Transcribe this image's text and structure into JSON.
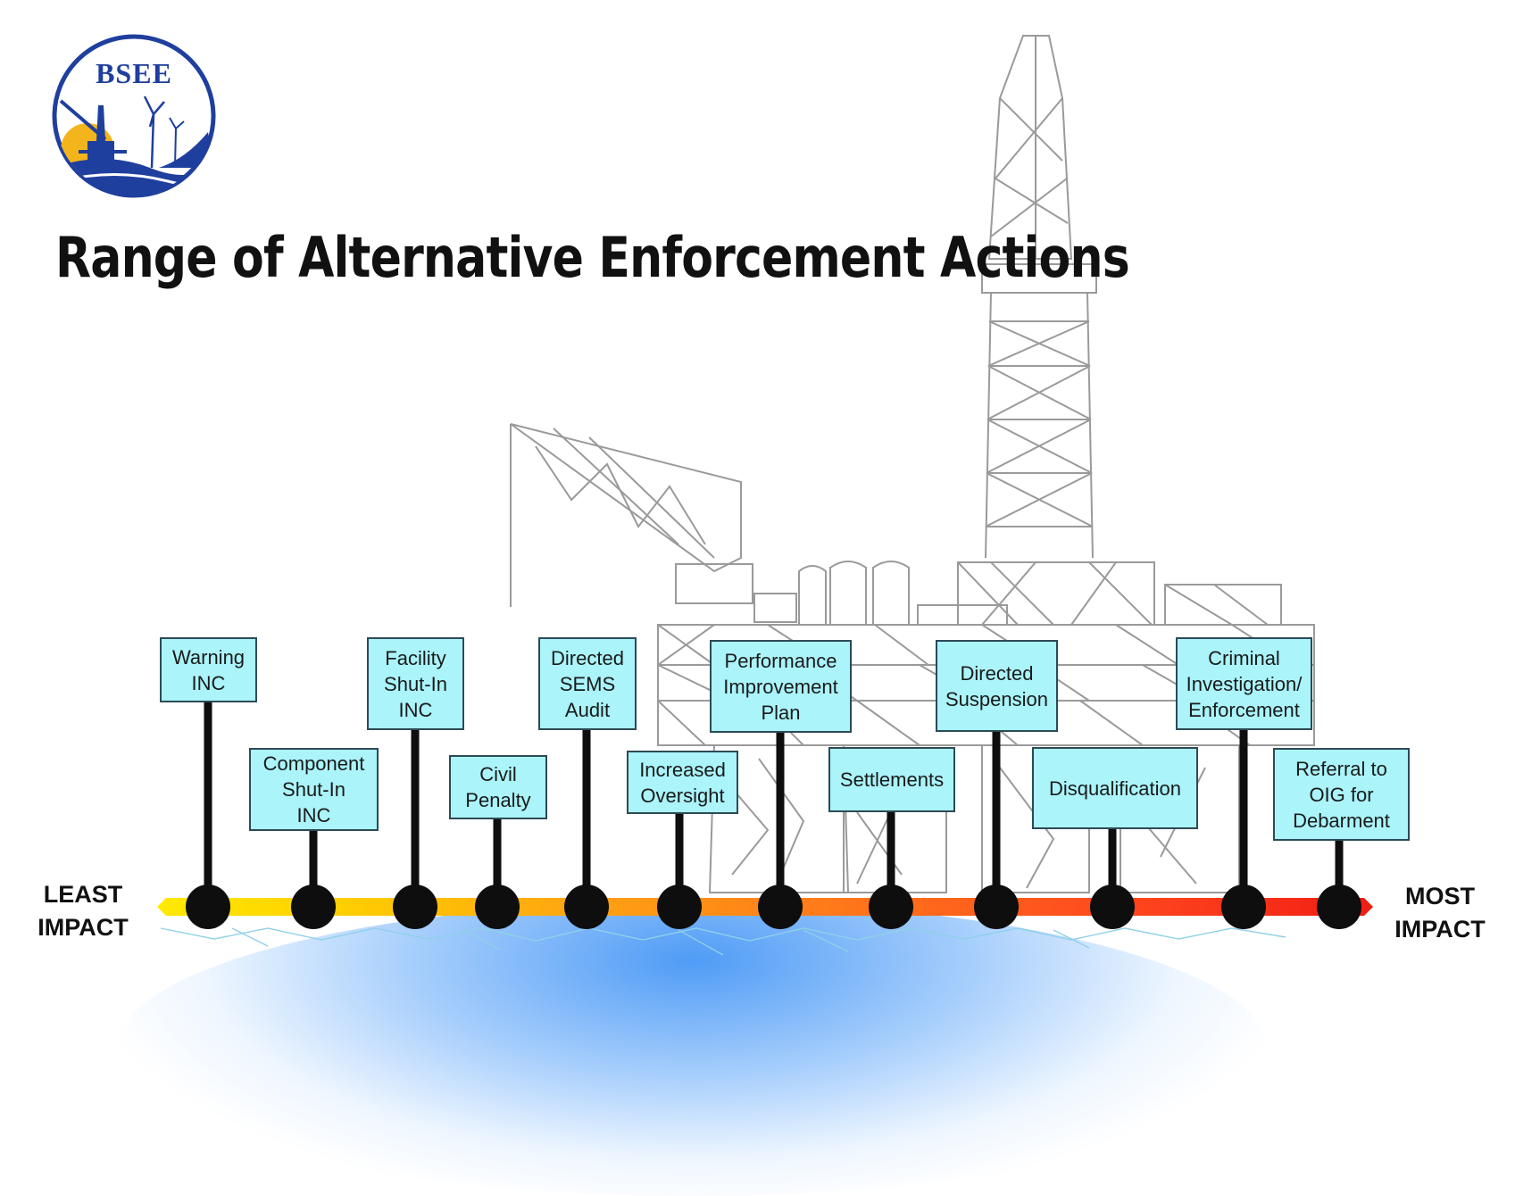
{
  "logo": {
    "text": "BSEE"
  },
  "title": "Range of Alternative Enforcement Actions",
  "scale": {
    "start_label": "LEAST\nIMPACT",
    "end_label": "MOST\nIMPACT",
    "gradient_colors": [
      "#ffea00",
      "#ffcf00",
      "#ff9d14",
      "#ff7a1a",
      "#ff4a1e",
      "#f11d14"
    ]
  },
  "actions": [
    {
      "label": "Warning\nINC"
    },
    {
      "label": "Component\nShut-In\nINC"
    },
    {
      "label": "Facility\nShut-In\nINC"
    },
    {
      "label": "Civil\nPenalty"
    },
    {
      "label": "Directed\nSEMS\nAudit"
    },
    {
      "label": "Increased\nOversight"
    },
    {
      "label": "Performance\nImprovement\nPlan"
    },
    {
      "label": "Settlements"
    },
    {
      "label": "Directed\nSuspension"
    },
    {
      "label": "Disqualification"
    },
    {
      "label": "Criminal\nInvestigation/\nEnforcement"
    },
    {
      "label": "Referral to\nOIG for\nDebarment"
    }
  ],
  "colors": {
    "box_fill": "#aaf4fa",
    "box_border": "#2d4a56",
    "stem": "#0e0e0e",
    "logo_blue": "#1f3f9e",
    "logo_sun": "#f3b51b",
    "rig_line": "#9a9a9a"
  }
}
